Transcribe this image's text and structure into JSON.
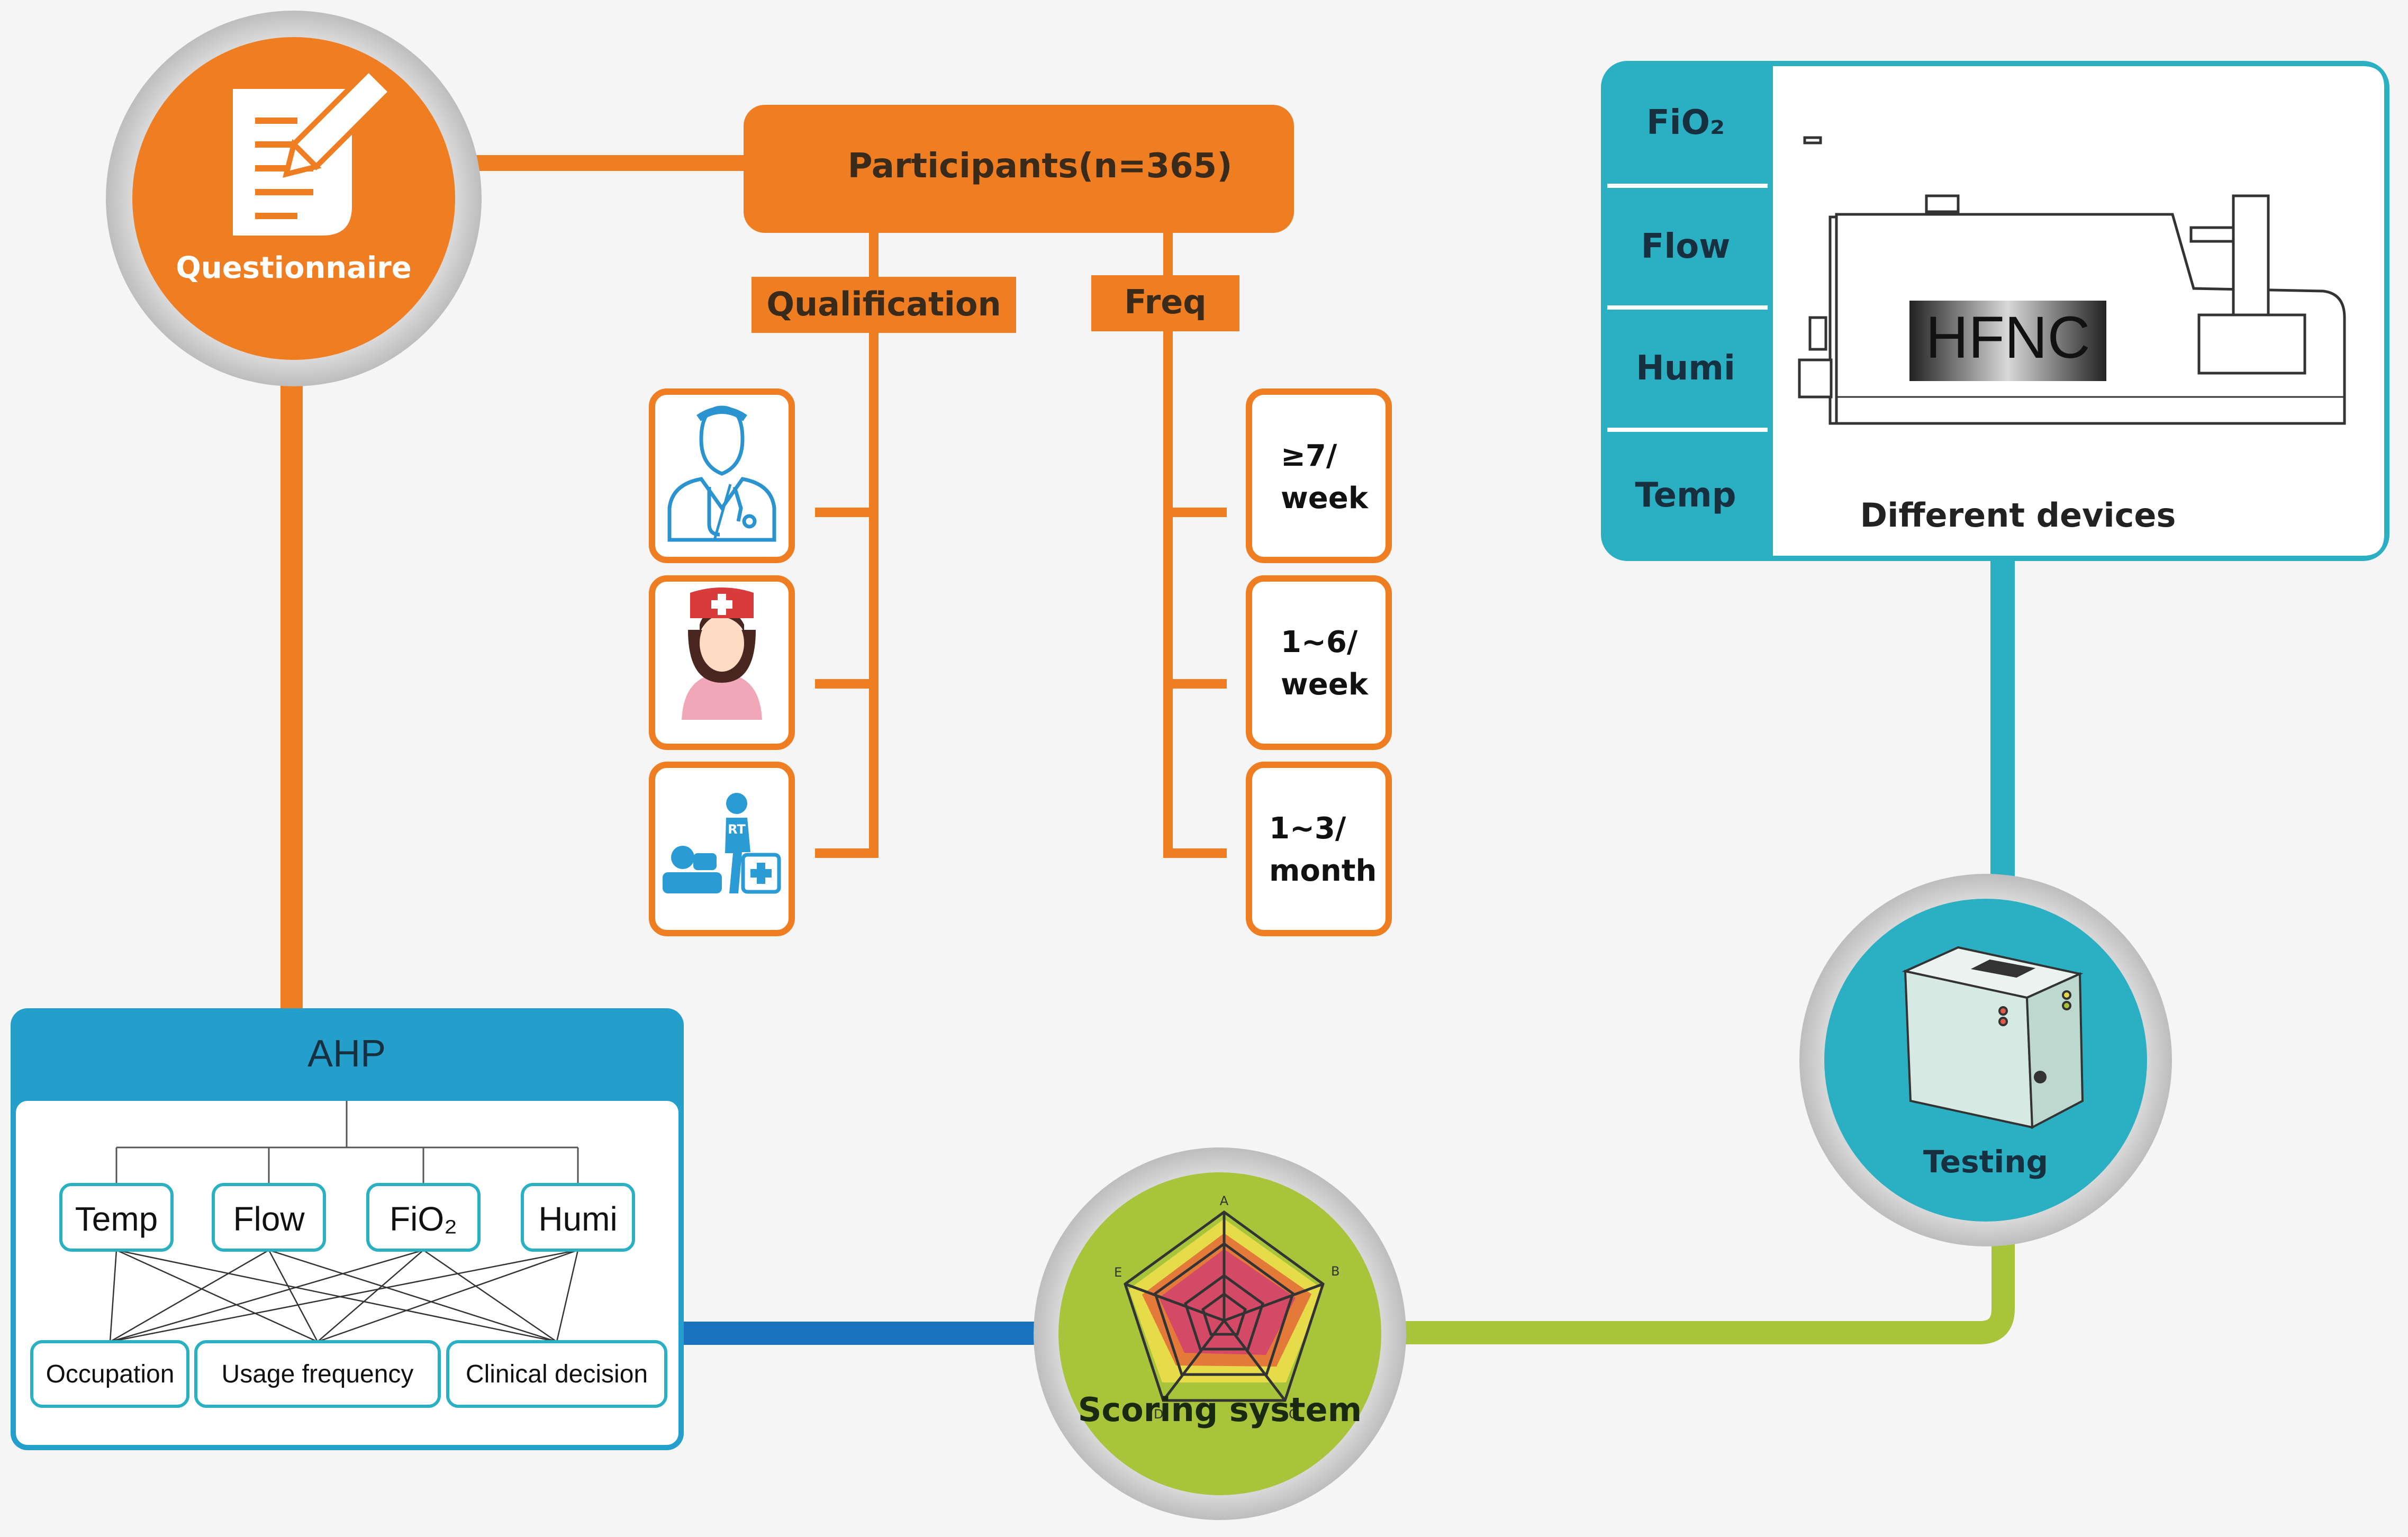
{
  "colors": {
    "orange": "#ef7d22",
    "blue_dark": "#249fcc",
    "teal": "#2bafc3",
    "green": "#a8c43a",
    "link_blue": "#1c73bd",
    "gray_ring": "#c9c9c9",
    "background": "#f5f5f5"
  },
  "questionnaire": {
    "label": "Questionnaire",
    "icon": "document-pen-icon"
  },
  "participants": {
    "title": "Participants(n=365)",
    "qualification_label": "Qualification",
    "freq_label": "Freq",
    "qualification_icons": [
      "doctor-icon",
      "nurse-icon",
      "respiratory-therapist-icon"
    ],
    "freq_items": [
      {
        "line1": "≥7/",
        "line2": "week"
      },
      {
        "line1": "1~6/",
        "line2": "week"
      },
      {
        "line1": "1~3/",
        "line2": "month"
      }
    ]
  },
  "devices": {
    "params": [
      "FiO₂",
      "Flow",
      "Humi",
      "Temp"
    ],
    "device_label": "HFNC",
    "caption": "Different devices"
  },
  "testing": {
    "label": "Testing",
    "icon": "test-machine-icon"
  },
  "scoring": {
    "label": "Scoring system",
    "radar_axes": [
      "A",
      "B",
      "C",
      "D",
      "E"
    ]
  },
  "ahp": {
    "title": "AHP",
    "criteria": [
      "Temp",
      "Flow",
      "FiO₂",
      "Humi"
    ],
    "alternatives": [
      "Occupation",
      "Usage frequency",
      "Clinical decision"
    ]
  }
}
